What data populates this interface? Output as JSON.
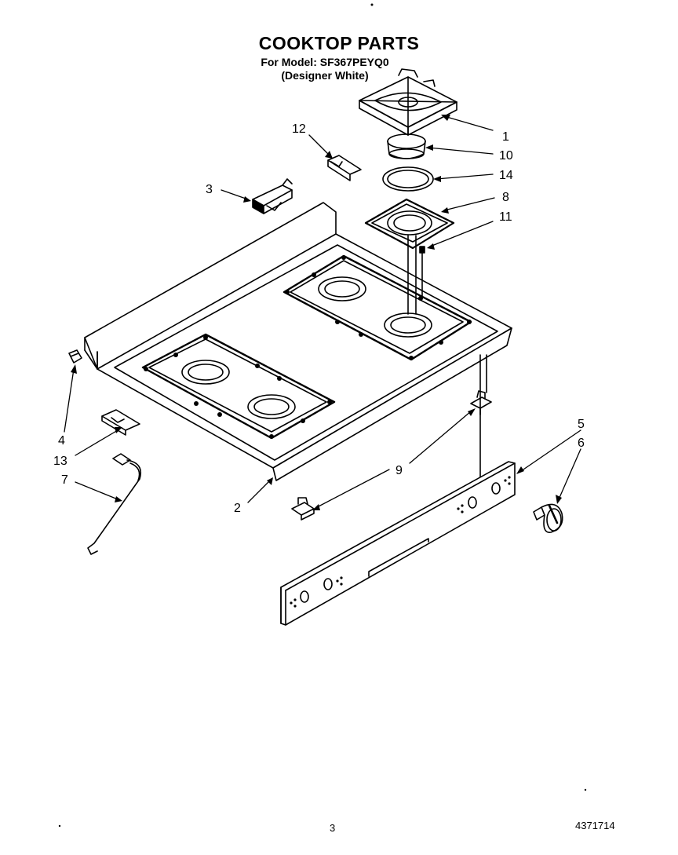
{
  "header": {
    "title": "COOKTOP PARTS",
    "model": "For Model: SF367PEYQ0",
    "variant": "(Designer White)"
  },
  "callouts": [
    "1",
    "10",
    "14",
    "8",
    "11",
    "12",
    "3",
    "4",
    "13",
    "7",
    "2",
    "9",
    "5",
    "6"
  ],
  "footer": {
    "page_number": "3",
    "document_number": "4371714"
  }
}
